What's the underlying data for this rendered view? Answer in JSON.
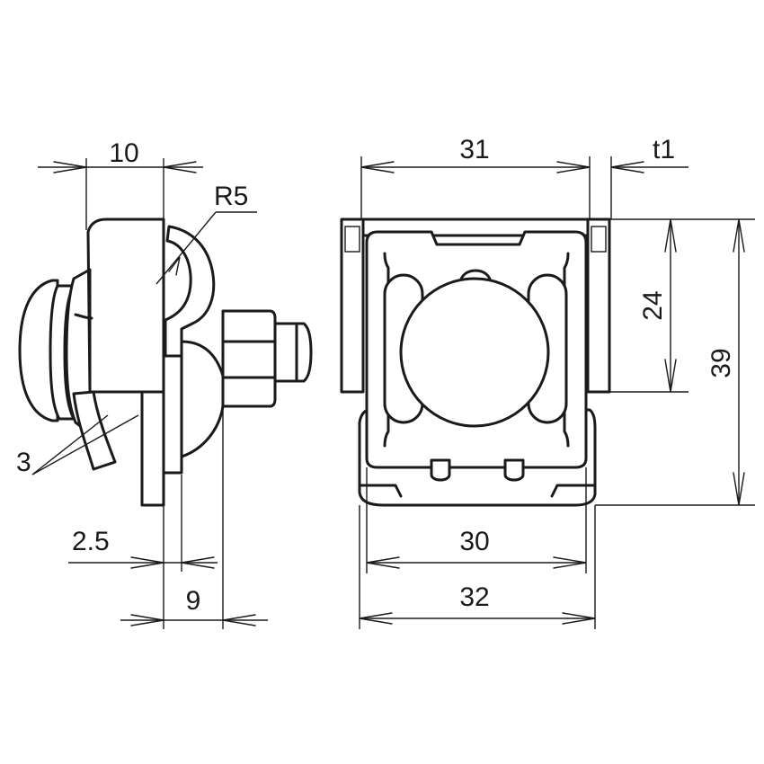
{
  "colors": {
    "stroke": "#1a1a1a",
    "background": "#ffffff"
  },
  "dimensions": {
    "side_width": "10",
    "radius": "R5",
    "wire_thickness": "3",
    "plate_thickness": "2.5",
    "depth": "9",
    "front_width": "31",
    "tab_thickness": "t1",
    "inner_height": "24",
    "total_height": "39",
    "inner_width": "30",
    "total_width": "32"
  }
}
